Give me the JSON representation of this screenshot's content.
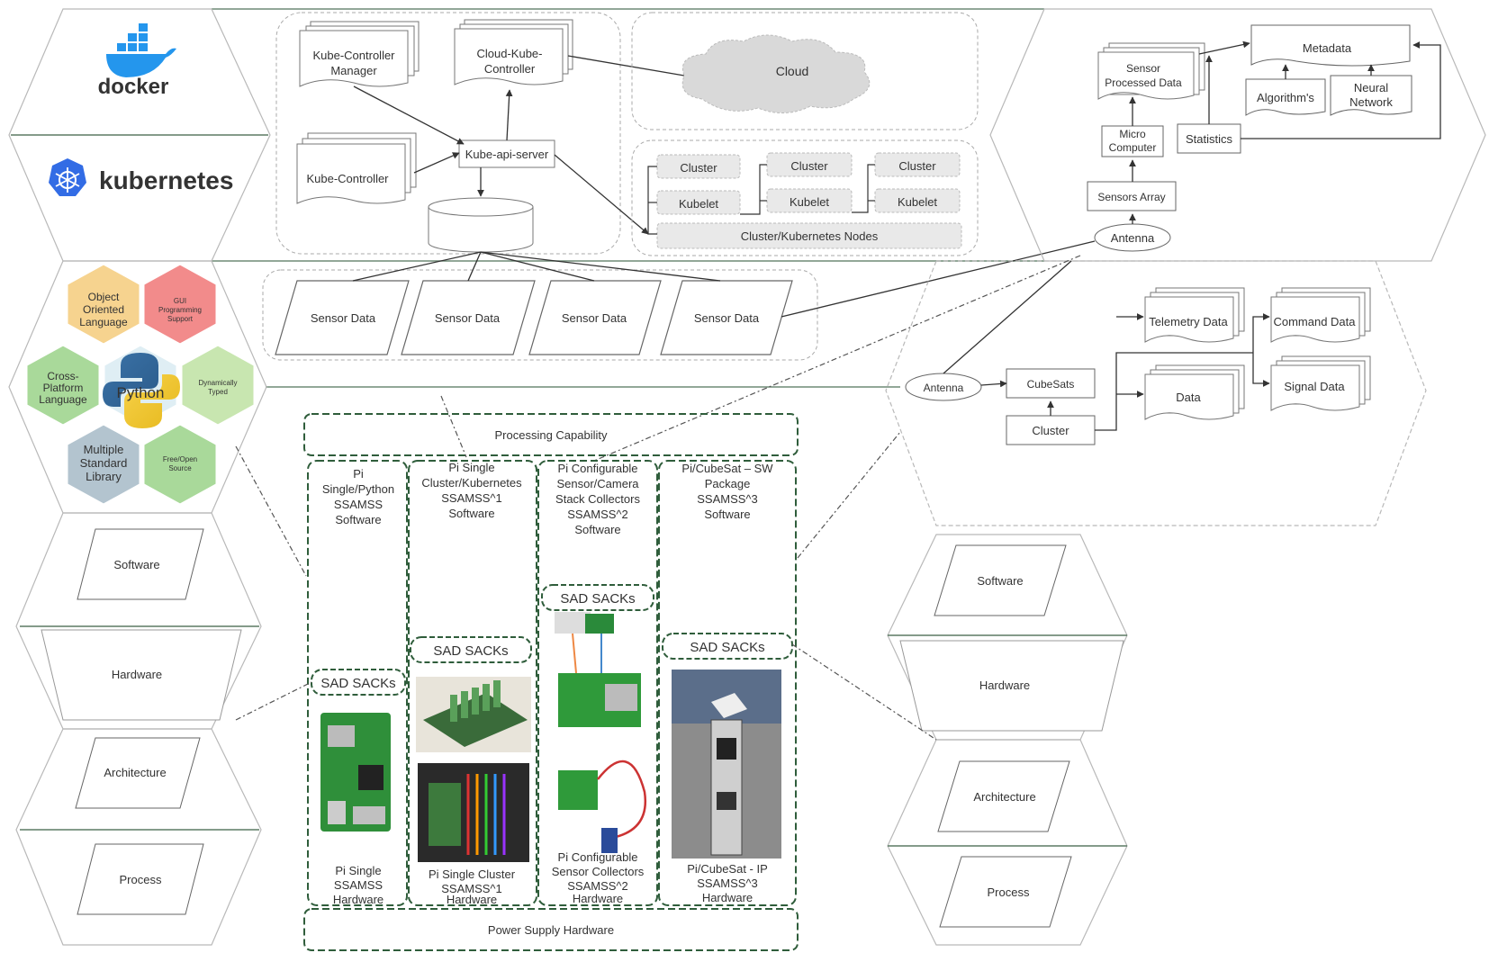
{
  "logos": {
    "docker": "docker",
    "kubernetes": "kubernetes"
  },
  "kube": {
    "controller_manager": [
      "Kube-Controller",
      "Manager"
    ],
    "cloud_controller": [
      "Cloud-Kube-",
      "Controller"
    ],
    "controller": "Kube-Controller",
    "api_server": "Kube-api-server",
    "cloud": "Cloud",
    "cluster": "Cluster",
    "kubelet": "Kubelet",
    "nodes": "Cluster/Kubernetes Nodes"
  },
  "sensor_data": [
    "Sensor Data",
    "Sensor Data",
    "Sensor Data",
    "Sensor Data"
  ],
  "python": {
    "center": "Python",
    "object_oriented": [
      "Object",
      "Oriented",
      "Language"
    ],
    "gui": [
      "GUI",
      "Programming",
      "Support"
    ],
    "cross_platform": [
      "Cross-",
      "Platform",
      "Language"
    ],
    "dynamic": [
      "Dynamically",
      "Typed"
    ],
    "multiple": [
      "Multiple",
      "Standard",
      "Library"
    ],
    "free": [
      "Free/Open",
      "Source"
    ]
  },
  "layers_left": [
    "Software",
    "Hardware",
    "Architecture",
    "Process"
  ],
  "layers_right": [
    "Software",
    "Hardware",
    "Architecture",
    "Process"
  ],
  "sensor_top": {
    "metadata": "Metadata",
    "processed": [
      "Sensor",
      "Processed Data"
    ],
    "algorithms": "Algorithm's",
    "neural": [
      "Neural",
      "Network"
    ],
    "micro": [
      "Micro",
      "Computer"
    ],
    "statistics": "Statistics",
    "sensors_array": "Sensors Array",
    "antenna": "Antenna"
  },
  "cubesat": {
    "antenna": "Antenna",
    "cubesats": "CubeSats",
    "cluster": "Cluster",
    "telemetry": "Telemetry Data",
    "command": "Command Data",
    "data": "Data",
    "signal": "Signal Data"
  },
  "center": {
    "processing": "Processing Capability",
    "power": "Power Supply Hardware",
    "sad": "SAD SACKs",
    "col1_top": [
      "Pi",
      "Single/Python",
      "SSAMSS",
      "Software"
    ],
    "col1_bottom": [
      "Pi Single",
      "SSAMSS",
      "Hardware"
    ],
    "col2_top": [
      "Pi Single",
      "Cluster/Kubernetes",
      "SSAMSS^1",
      "Software"
    ],
    "col2_bottom": [
      "Pi Single Cluster",
      "SSAMSS^1",
      "Hardware"
    ],
    "col3_top": [
      "Pi Configurable",
      "Sensor/Camera",
      "Stack Collectors",
      "SSAMSS^2",
      "Software"
    ],
    "col3_bottom": [
      "Pi Configurable",
      "Sensor Collectors",
      "SSAMSS^2",
      "Hardware"
    ],
    "col4_top": [
      "Pi/CubeSat – SW",
      "Package",
      "SSAMSS^3",
      "Software"
    ],
    "col4_bottom": [
      "Pi/CubeSat - IP",
      "SSAMSS^3",
      "Hardware"
    ]
  },
  "colors": {
    "frame": "#5b7a64",
    "dash": "#3f6b4a",
    "hex_green": "#2f5d3b"
  }
}
